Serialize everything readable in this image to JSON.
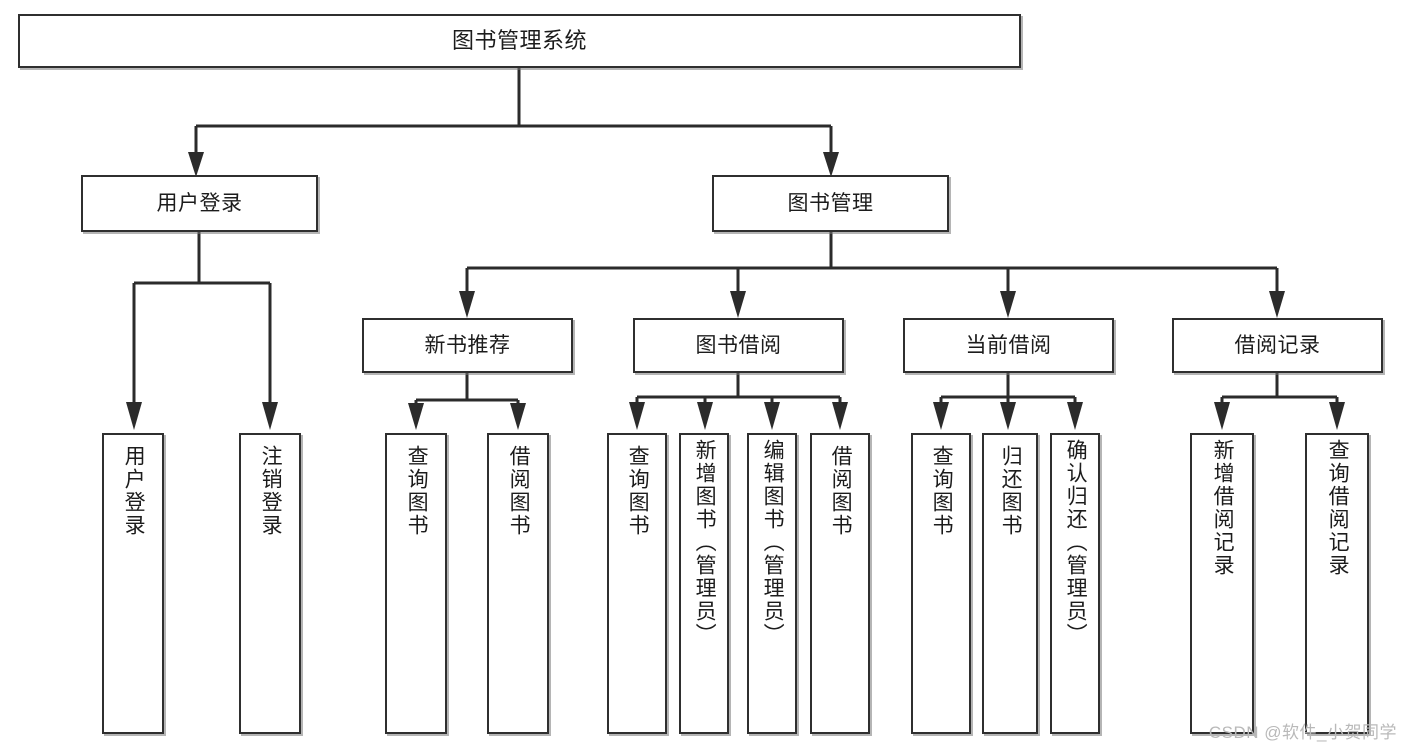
{
  "diagram": {
    "type": "tree-hierarchy-chart",
    "title": "图书管理系统",
    "background_color": "#ffffff",
    "line_color": "#2b2b2b",
    "box_border_color": "#2f2f2f",
    "text_color": "#1c1c1c"
  },
  "nodes": {
    "root": {
      "label": "图书管理系统"
    },
    "level2": [
      {
        "label": "用户登录"
      },
      {
        "label": "图书管理"
      }
    ],
    "level3": [
      {
        "label": "新书推荐"
      },
      {
        "label": "图书借阅"
      },
      {
        "label": "当前借阅"
      },
      {
        "label": "借阅记录"
      }
    ],
    "leaves": {
      "user_login": [
        {
          "label": "用户登录"
        },
        {
          "label": "注销登录"
        }
      ],
      "new_book": [
        {
          "label": "查询图书"
        },
        {
          "label": "借阅图书"
        }
      ],
      "borrow_book": [
        {
          "label": "查询图书"
        },
        {
          "label": "新增图书（管理员）"
        },
        {
          "label": "编辑图书（管理员）"
        },
        {
          "label": "借阅图书"
        }
      ],
      "current_borrow": [
        {
          "label": "查询图书"
        },
        {
          "label": "归还图书"
        },
        {
          "label": "确认归还（管理员）"
        }
      ],
      "borrow_record": [
        {
          "label": "新增借阅记录"
        },
        {
          "label": "查询借阅记录"
        }
      ]
    }
  },
  "watermark": {
    "text": "CSDN @软件_小贺同学"
  }
}
